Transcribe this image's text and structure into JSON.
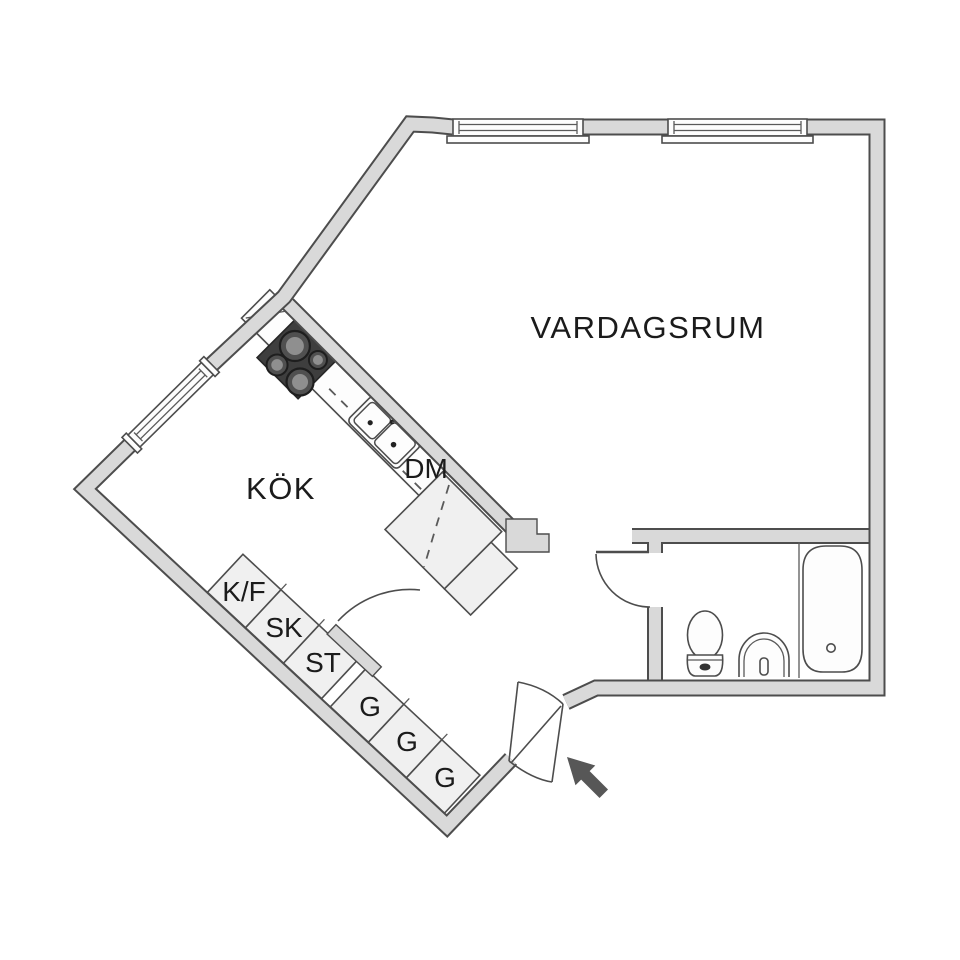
{
  "plan": {
    "rooms": {
      "living_room": "VARDAGSRUM",
      "kitchen": "KÖK"
    },
    "fixtures": {
      "dishwasher": "DM",
      "fridge_freezer": "K/F",
      "cabinet": "SK",
      "cleaning_closet": "ST",
      "wardrobe_1": "G",
      "wardrobe_2": "G",
      "wardrobe_3": "G"
    },
    "colors": {
      "background": "#ffffff",
      "wall_fill": "#d9d9d9",
      "wall_line": "#4d4d4d",
      "closet_fill": "#f0f0f0",
      "counter_fill": "#fdfdfd",
      "stove_fill": "#3e3e3e",
      "burner_ring": "#505050",
      "burner_center": "#8f8f8f",
      "text": "#1b1b1b",
      "arrow": "#575757"
    }
  }
}
